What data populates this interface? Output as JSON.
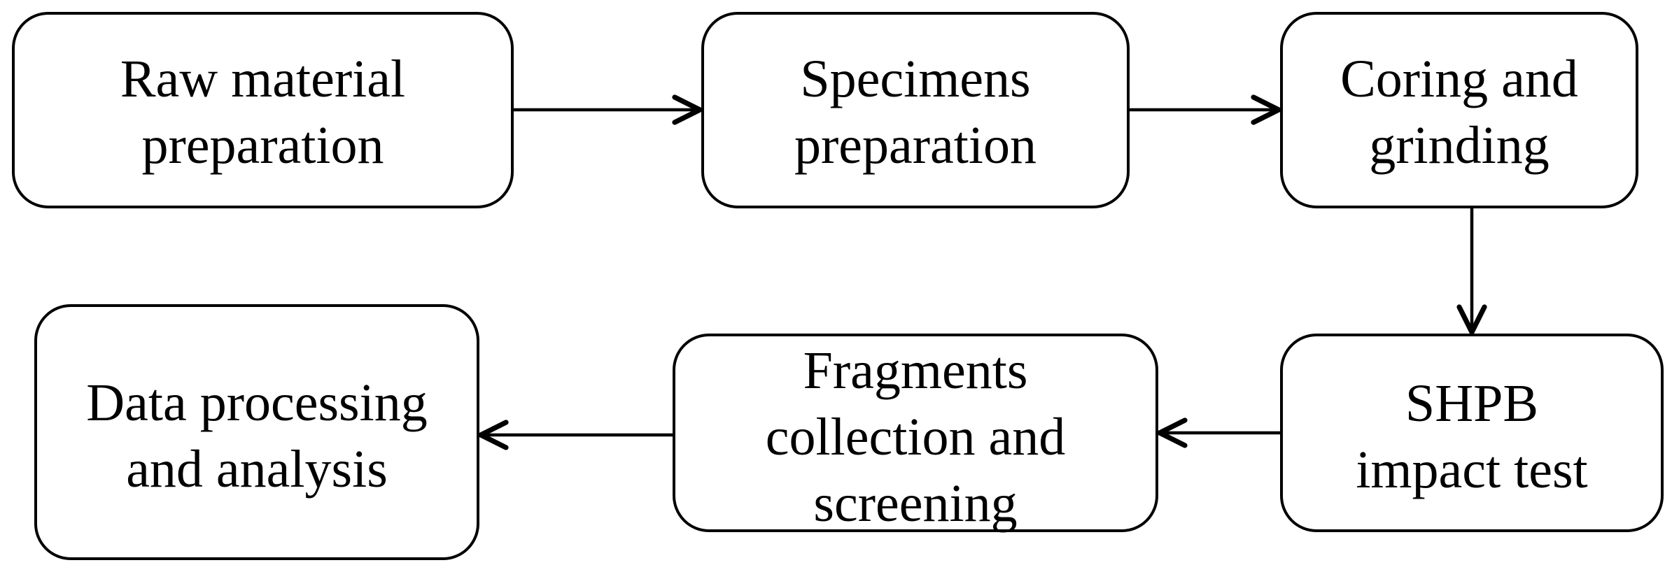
{
  "diagram": {
    "type": "flowchart",
    "nodes": [
      {
        "id": "raw-material",
        "lines": [
          "Raw material",
          "preparation"
        ]
      },
      {
        "id": "specimens",
        "lines": [
          "Specimens",
          "preparation"
        ]
      },
      {
        "id": "coring",
        "lines": [
          "Coring and",
          "grinding"
        ]
      },
      {
        "id": "shpb",
        "lines": [
          "SHPB",
          "impact test"
        ]
      },
      {
        "id": "fragments",
        "lines": [
          "Fragments",
          "collection and",
          "screening"
        ]
      },
      {
        "id": "data-processing",
        "lines": [
          "Data processing",
          "and analysis"
        ]
      }
    ],
    "edges": [
      {
        "from": "raw-material",
        "to": "specimens"
      },
      {
        "from": "specimens",
        "to": "coring"
      },
      {
        "from": "coring",
        "to": "shpb"
      },
      {
        "from": "shpb",
        "to": "fragments"
      },
      {
        "from": "fragments",
        "to": "data-processing"
      }
    ],
    "colors": {
      "stroke": "#000000",
      "fill": "#ffffff",
      "text": "#000000"
    }
  }
}
